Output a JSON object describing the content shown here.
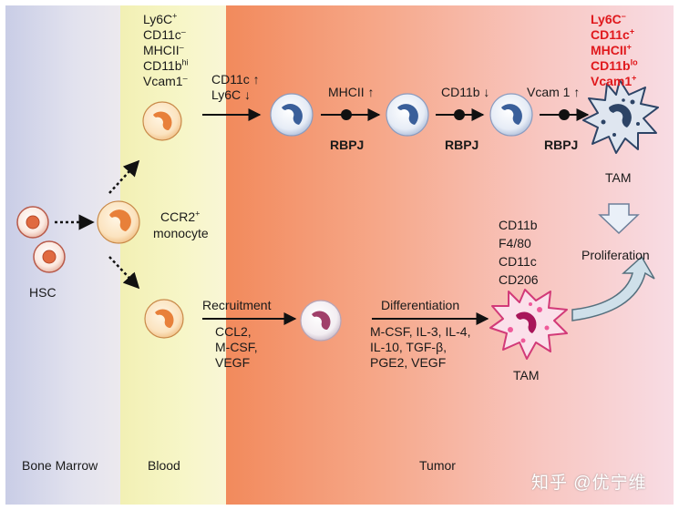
{
  "zones": {
    "bone_marrow": "Bone Marrow",
    "blood": "Blood",
    "tumor": "Tumor"
  },
  "labels": {
    "hsc": "HSC",
    "ccr2": "CCR2",
    "ccr2_sup": "+",
    "monocyte": "monocyte",
    "cd11c_up": "CD11c ↑",
    "ly6c_down": "Ly6C ↓",
    "mhcii_up": "MHCII ↑",
    "cd11b_down": "CD11b ↓",
    "vcam1_up": "Vcam 1 ↑",
    "rbpj1": "RBPJ",
    "rbpj2": "RBPJ",
    "rbpj3": "RBPJ",
    "tam_top": "TAM",
    "tam_bottom": "TAM",
    "proliferation": "Proliferation",
    "recruitment": "Recruitment",
    "differentiation": "Differentiation",
    "watermark": "知乎 @优宁维"
  },
  "blood_markers": [
    {
      "text": "Ly6C",
      "sup": "+"
    },
    {
      "text": "CD11c",
      "sup": "–"
    },
    {
      "text": "MHCII",
      "sup": "–"
    },
    {
      "text": "CD11b",
      "sup": "hi"
    },
    {
      "text": "Vcam1",
      "sup": "–"
    }
  ],
  "tam_markers_red": [
    {
      "text": "Ly6C",
      "sup": "–"
    },
    {
      "text": "CD11c",
      "sup": "+"
    },
    {
      "text": "MHCII",
      "sup": "+"
    },
    {
      "text": "CD11b",
      "sup": "lo"
    },
    {
      "text": "Vcam1",
      "sup": "+"
    }
  ],
  "recruit_factors": [
    "CCL2,",
    "M-CSF,",
    "VEGF"
  ],
  "diff_factors": [
    "M-CSF, IL-3, IL-4,",
    "IL-10, TGF-β,",
    "PGE2, VEGF"
  ],
  "tam_surface": [
    "CD11b",
    "F4/80",
    "CD11c",
    "CD206"
  ],
  "colors": {
    "bone_marrow_bg": "#d8d9ea",
    "blood_bg": "#f5f4c0",
    "tumor_bg": "#f6a88a",
    "blue_cell": "#3a5f9a",
    "orange_cell": "#e8803a",
    "tam_dark": "#2d4466",
    "tam_pink": "#ef5a9a",
    "red_text": "#e0181c"
  }
}
